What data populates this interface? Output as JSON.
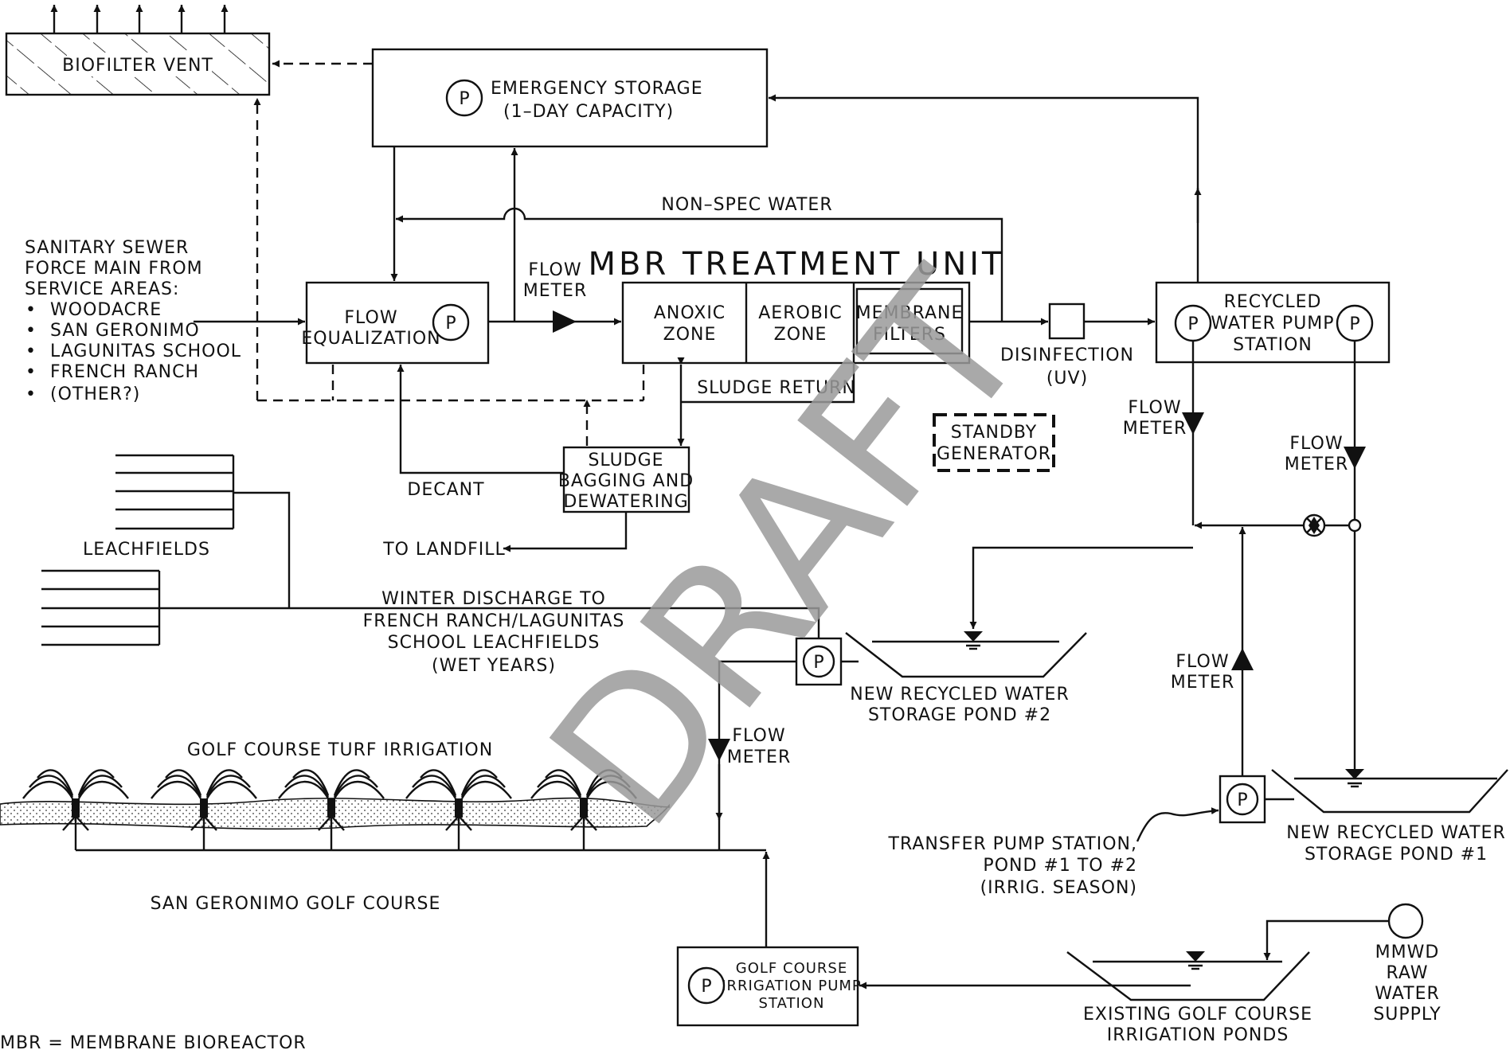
{
  "units": {
    "biofilter": "BIOFILTER VENT",
    "emergency": {
      "line1": "EMERGENCY STORAGE",
      "line2": "(1–DAY CAPACITY)"
    },
    "flow_eq": {
      "line1": "FLOW",
      "line2": "EQUALIZATION"
    },
    "mbr_title": "MBR TREATMENT UNIT",
    "anoxic": {
      "line1": "ANOXIC",
      "line2": "ZONE"
    },
    "aerobic": {
      "line1": "AEROBIC",
      "line2": "ZONE"
    },
    "membrane": {
      "line1": "MEMBRANE",
      "line2": "FILTERS"
    },
    "disinfection": {
      "line1": "DISINFECTION",
      "line2": "(UV)"
    },
    "recycled_pump": {
      "line1": "RECYCLED",
      "line2": "WATER PUMP",
      "line3": "STATION"
    },
    "standby": {
      "line1": "STANDBY",
      "line2": "GENERATOR"
    },
    "sludge": {
      "line1": "SLUDGE",
      "line2": "BAGGING AND",
      "line3": "DEWATERING"
    },
    "golf_pump": {
      "line1": "GOLF COURSE",
      "line2": "IRRIGATION PUMP",
      "line3": "STATION"
    }
  },
  "labels": {
    "sewer": [
      "SANITARY SEWER",
      "FORCE MAIN FROM",
      "SERVICE AREAS:"
    ],
    "areas": [
      "WOODACRE",
      "SAN GERONIMO",
      "LAGUNITAS SCHOOL",
      "FRENCH RANCH",
      "(OTHER?)"
    ],
    "bullet": "•",
    "non_spec": "NON–SPEC WATER",
    "flow": "FLOW",
    "meter": "METER",
    "sludge_return": "SLUDGE RETURN",
    "decant": "DECANT",
    "to_landfill": "TO LANDFILL",
    "leachfields": "LEACHFIELDS",
    "winter": [
      "WINTER DISCHARGE TO",
      "FRENCH RANCH/LAGUNITAS",
      "SCHOOL LEACHFIELDS",
      "(WET YEARS)"
    ],
    "pond2": [
      "NEW RECYCLED WATER",
      "STORAGE POND #2"
    ],
    "pond1": [
      "NEW RECYCLED WATER",
      "STORAGE POND #1"
    ],
    "golf_turf": "GOLF COURSE TURF IRRIGATION",
    "golf_course": "SAN GERONIMO GOLF COURSE",
    "transfer": [
      "TRANSFER PUMP STATION,",
      "POND #1 TO #2",
      "(IRRIG. SEASON)"
    ],
    "existing": [
      "EXISTING GOLF COURSE",
      "IRRIGATION PONDS"
    ],
    "mmwd": [
      "MMWD",
      "RAW",
      "WATER",
      "SUPPLY"
    ],
    "legend": "MBR = MEMBRANE BIOREACTOR",
    "pump": "P",
    "watermark": "DRAFT"
  }
}
